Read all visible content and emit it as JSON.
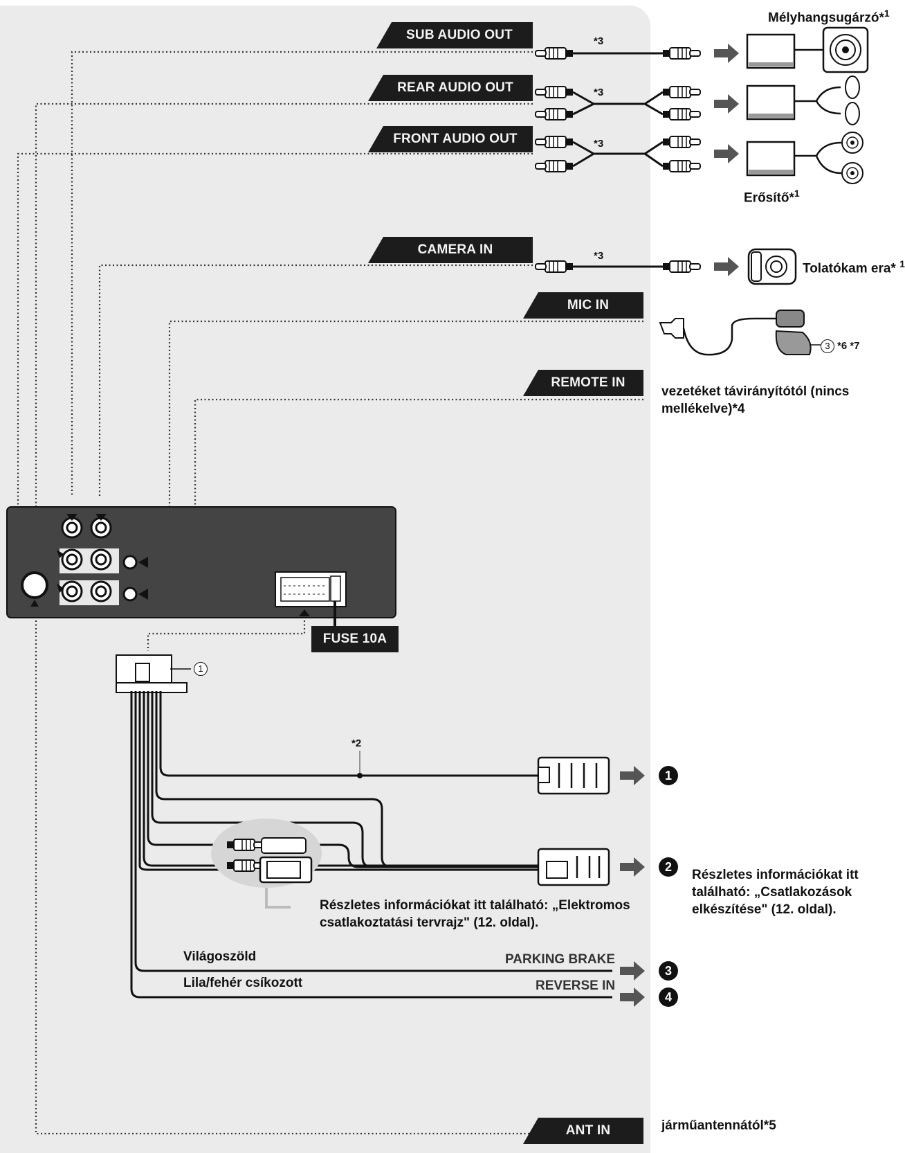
{
  "labels": {
    "sub_audio_out": "SUB AUDIO OUT",
    "rear_audio_out": "REAR AUDIO OUT",
    "front_audio_out": "FRONT AUDIO OUT",
    "camera_in": "CAMERA IN",
    "mic_in": "MIC IN",
    "remote_in": "REMOTE IN",
    "fuse": "FUSE 10A",
    "ant_in": "ANT IN",
    "parking_brake": "PARKING BRAKE",
    "reverse_in": "REVERSE IN"
  },
  "devices": {
    "subwoofer": "Mélyhangsugárzó*",
    "subwoofer_note": "1",
    "amplifier": "Erősítő*",
    "amplifier_note": "1",
    "camera": "Tolatókam era*",
    "camera_note": "1",
    "mic_note": "*6 *7",
    "remote_line1": "vezetéket távirányítótól (nincs",
    "remote_line2": "mellékelve)*4",
    "antenna": "járműantennától*5"
  },
  "footnotes": {
    "cable": "*3",
    "wire": "*2"
  },
  "callouts": {
    "circle_one": "1",
    "circle_three": "3"
  },
  "wires": {
    "light_green": "Világoszöld",
    "purple_white": "Lila/fehér csíkozott"
  },
  "refs": {
    "r1": "1",
    "r2": "2",
    "r3": "3",
    "r4": "4"
  },
  "notes": {
    "electric_line1": "Részletes információkat itt található: „Elektromos",
    "electric_line2": "csatlakoztatási tervrajz\" (12. oldal).",
    "connections_line1": "Részletes információkat itt",
    "connections_line2": "található: „Csatlakozások",
    "connections_line3": "elkészítése\" (12. oldal)."
  }
}
